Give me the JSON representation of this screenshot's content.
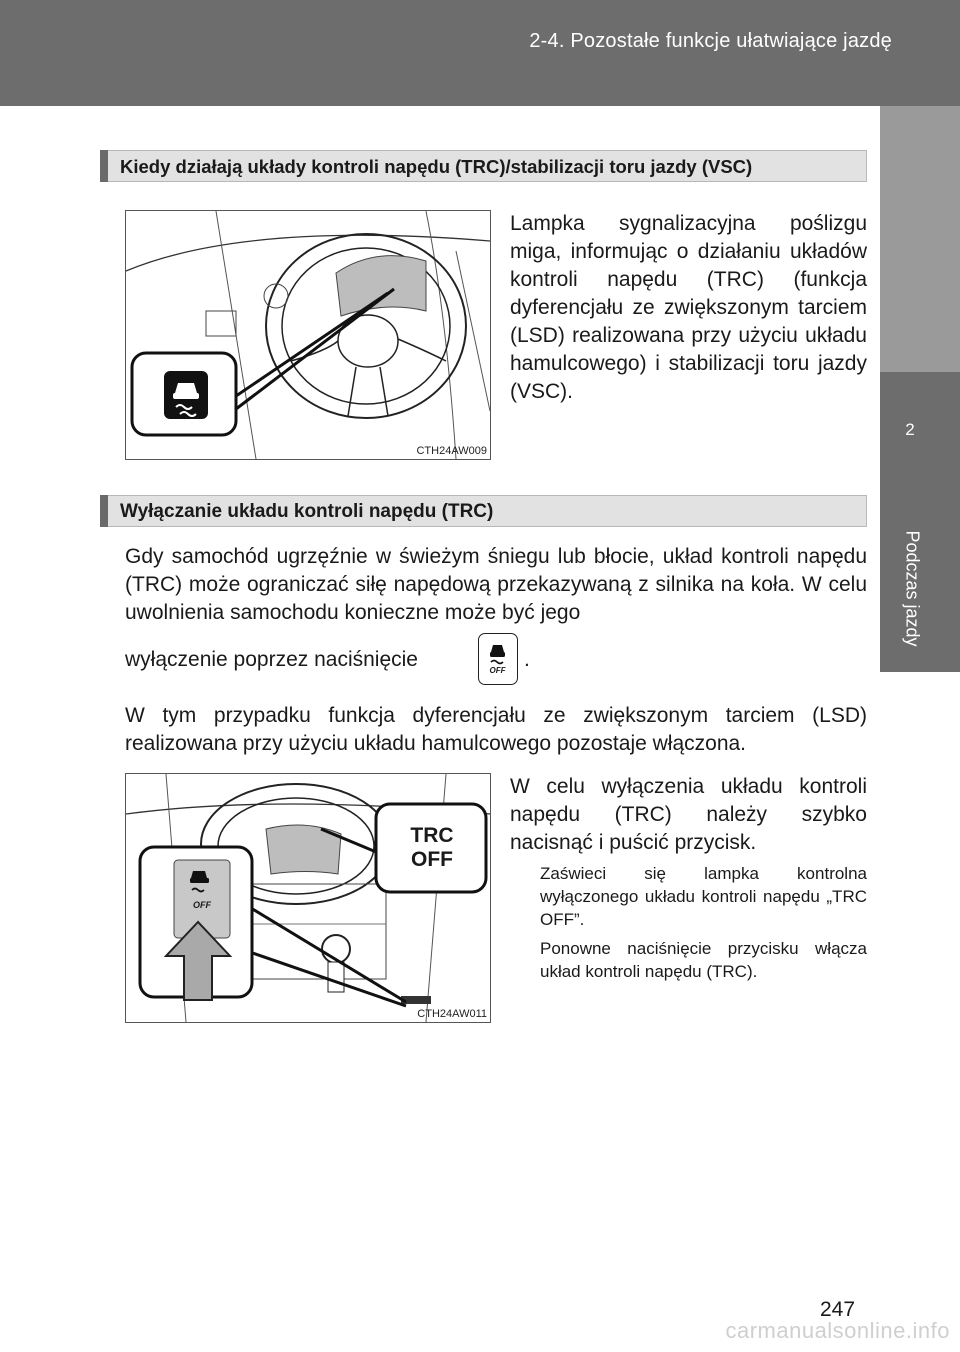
{
  "header": {
    "title": "2-4. Pozostałe funkcje ułatwiające jazdę"
  },
  "side_tab": {
    "number": "2",
    "label": "Podczas jazdy"
  },
  "section1": {
    "heading": "Kiedy działają układy kontroli napędu (TRC)/stabilizacji toru jazdy (VSC)",
    "figure_code": "CTH24AW009",
    "text": "Lampka sygnalizacyjna poślizgu miga, informując o działaniu układów kontroli napędu (TRC) (funkcja dyferencjału ze zwiększonym tarciem (LSD) realizowana przy użyciu układu hamulcowego) i stabilizacji toru jazdy (VSC)."
  },
  "section2": {
    "heading": "Wyłączanie układu kontroli napędu (TRC)",
    "para1": "Gdy samochód ugrzęźnie w świeżym śniegu lub błocie, układ kontroli napędu (TRC) może ograniczać siłę napędową przekazywaną z silnika na koła. W celu uwolnienia samochodu konieczne może być jego",
    "para1_tail": "wyłączenie poprzez naciśnięcie",
    "para1_end": ".",
    "inline_button_text": "OFF",
    "para2": "W tym przypadku funkcja dyferencjału ze zwiększonym tarciem (LSD) realizowana przy użyciu układu hamulcowego pozostaje włączona.",
    "figure_code": "CTH24AW011",
    "figure_callout": [
      "TRC",
      "OFF"
    ],
    "figure_button_text": "OFF",
    "side_text": "W celu wyłączenia układu kontroli napędu (TRC) należy szybko nacisnąć i puścić przycisk.",
    "note1": "Zaświeci się lampka kontrolna wyłączonego układu kontroli napędu „TRC OFF”.",
    "note2": "Ponowne naciśnięcie przycisku włącza układ kontroli napędu (TRC)."
  },
  "page_number": "247",
  "watermark": "carmanualsonline.info"
}
